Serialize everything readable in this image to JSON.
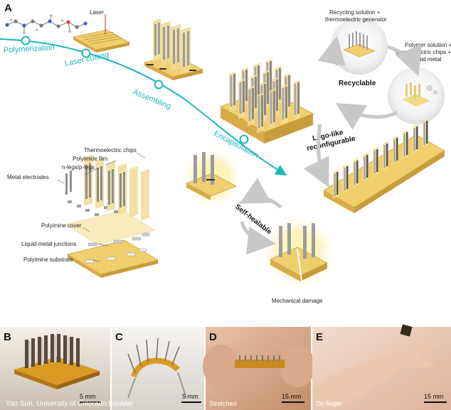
{
  "panels": {
    "a": "A",
    "b": "B",
    "c": "C",
    "d": "D",
    "e": "E"
  },
  "steps": {
    "polymerization": "Polymerization",
    "laser_cutting": "Laser cutting",
    "assembling": "Assembling",
    "encapsulation": "Encapsulation"
  },
  "labels": {
    "laser": "Laser",
    "recycling_1": "Recycling solution +",
    "recycling_2": "thermoelectric generator",
    "polymer_1": "Polymer solution +",
    "polymer_2": "thermoelectric chips +",
    "polymer_3": "liquid metal",
    "recyclable": "Recyclable",
    "lego_1": "Lego-like",
    "lego_2": "reconfigurable",
    "self_healable": "Self-healable",
    "mechanical_damage": "Mechanical damage",
    "thermoelectric_chips": "Thermoelectric chips",
    "polyimide_film": "Polyimide film",
    "n_p_legs": "n-legs/p-legs",
    "metal_electrodes": "Metal electrodes",
    "polyimine_cover": "Polyimine cover",
    "liquid_metal_junctions": "Liquid-metal junctions",
    "polyimine_substrate": "Polyimine substrate"
  },
  "photos": {
    "b_scale": "5 mm",
    "c_scale": "5 mm",
    "d_caption": "Stretched",
    "d_scale": "15 mm",
    "e_caption": "On finger",
    "e_scale": "15 mm"
  },
  "credit": "Yan Sun, University of Colorado Boulder",
  "colors": {
    "accent": "#1fb8b8",
    "polymer": "#f0cf6e",
    "chip": "#a8a8a8"
  }
}
